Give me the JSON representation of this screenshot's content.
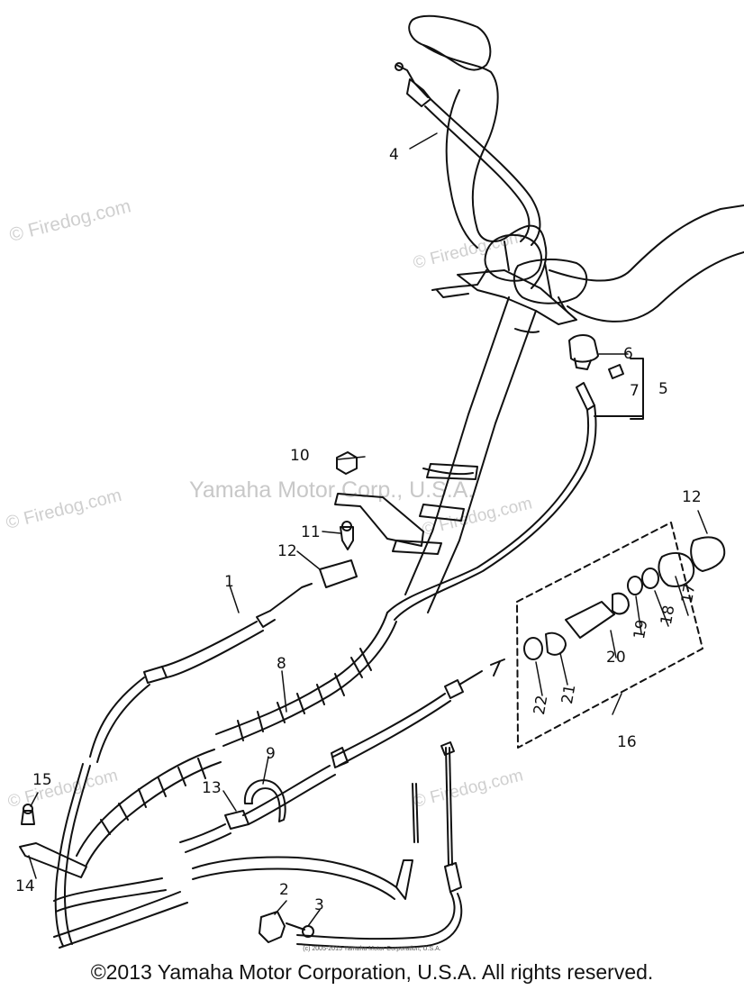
{
  "watermarks": {
    "firedog": "© Firedog.com",
    "center": "Yamaha Motor Corp., U.S.A."
  },
  "callouts": [
    "1",
    "2",
    "3",
    "4",
    "5",
    "6",
    "7",
    "8",
    "9",
    "10",
    "11",
    "12",
    "12",
    "13",
    "14",
    "15",
    "16",
    "17",
    "18",
    "19",
    "20",
    "21",
    "22"
  ],
  "fine_print": "(c) 2005-2015 Yamaha Motor Corporation, U.S.A.",
  "footer": "©2013 Yamaha Motor Corporation, U.S.A. All rights reserved.",
  "colors": {
    "ink": "#111111",
    "watermark": "#cfcfcf"
  }
}
